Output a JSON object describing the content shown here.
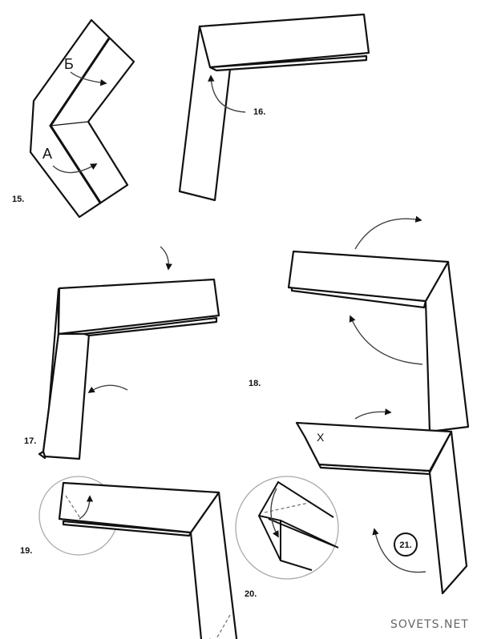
{
  "steps": {
    "s15": "15.",
    "s16": "16.",
    "s17": "17.",
    "s18": "18.",
    "s19": "19.",
    "s20": "20.",
    "s21": "21."
  },
  "marks": {
    "a": "А",
    "b": "Б",
    "x": "X"
  },
  "watermark": "SOVETS.NET"
}
